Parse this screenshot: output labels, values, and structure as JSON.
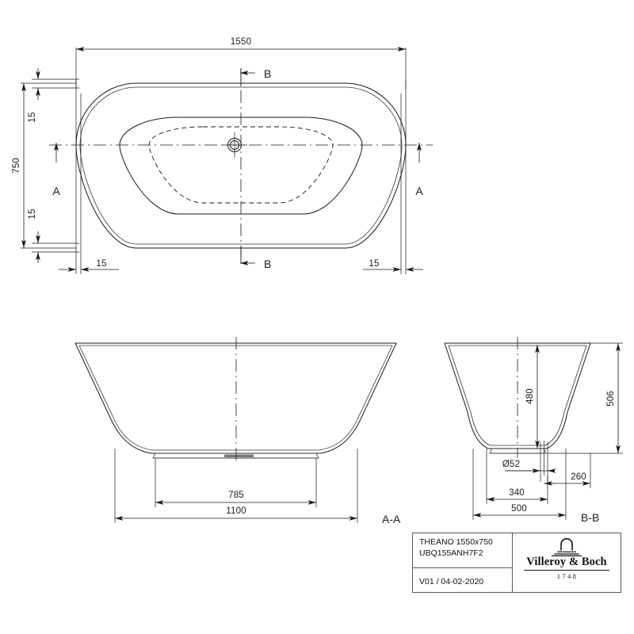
{
  "sheet": {
    "kind": "technical-drawing",
    "product": "bathtub",
    "background_color": "#ffffff",
    "line_color": "#1a1a1a"
  },
  "plan_view": {
    "name": "top-plan-view",
    "dimensions": {
      "overall_length": "1550",
      "overall_width": "750",
      "rim_offset_top": "15",
      "rim_offset_bottom": "15",
      "rim_offset_left": "15",
      "rim_offset_right": "15"
    },
    "section_markers": {
      "a_left": "A",
      "a_right": "A",
      "b_top": "B",
      "b_bottom": "B"
    }
  },
  "section_aa": {
    "name": "section-a-a",
    "label": "A-A",
    "dimensions": {
      "foot_inner": "785",
      "foot_outer": "1100"
    }
  },
  "section_bb": {
    "name": "section-b-b",
    "label": "B-B",
    "dimensions": {
      "interior_depth": "480",
      "overall_height": "506",
      "waste_diameter": "Ø52",
      "waste_to_edge": "260",
      "waste_offset": "340",
      "base_width": "500"
    }
  },
  "title_block": {
    "model_name": "THEANO 1550x750",
    "article_number": "UBQ155ANH7F2",
    "revision": "V01 / 04-02-2020",
    "brand": "Villeroy & Boch",
    "brand_year": "1748"
  }
}
